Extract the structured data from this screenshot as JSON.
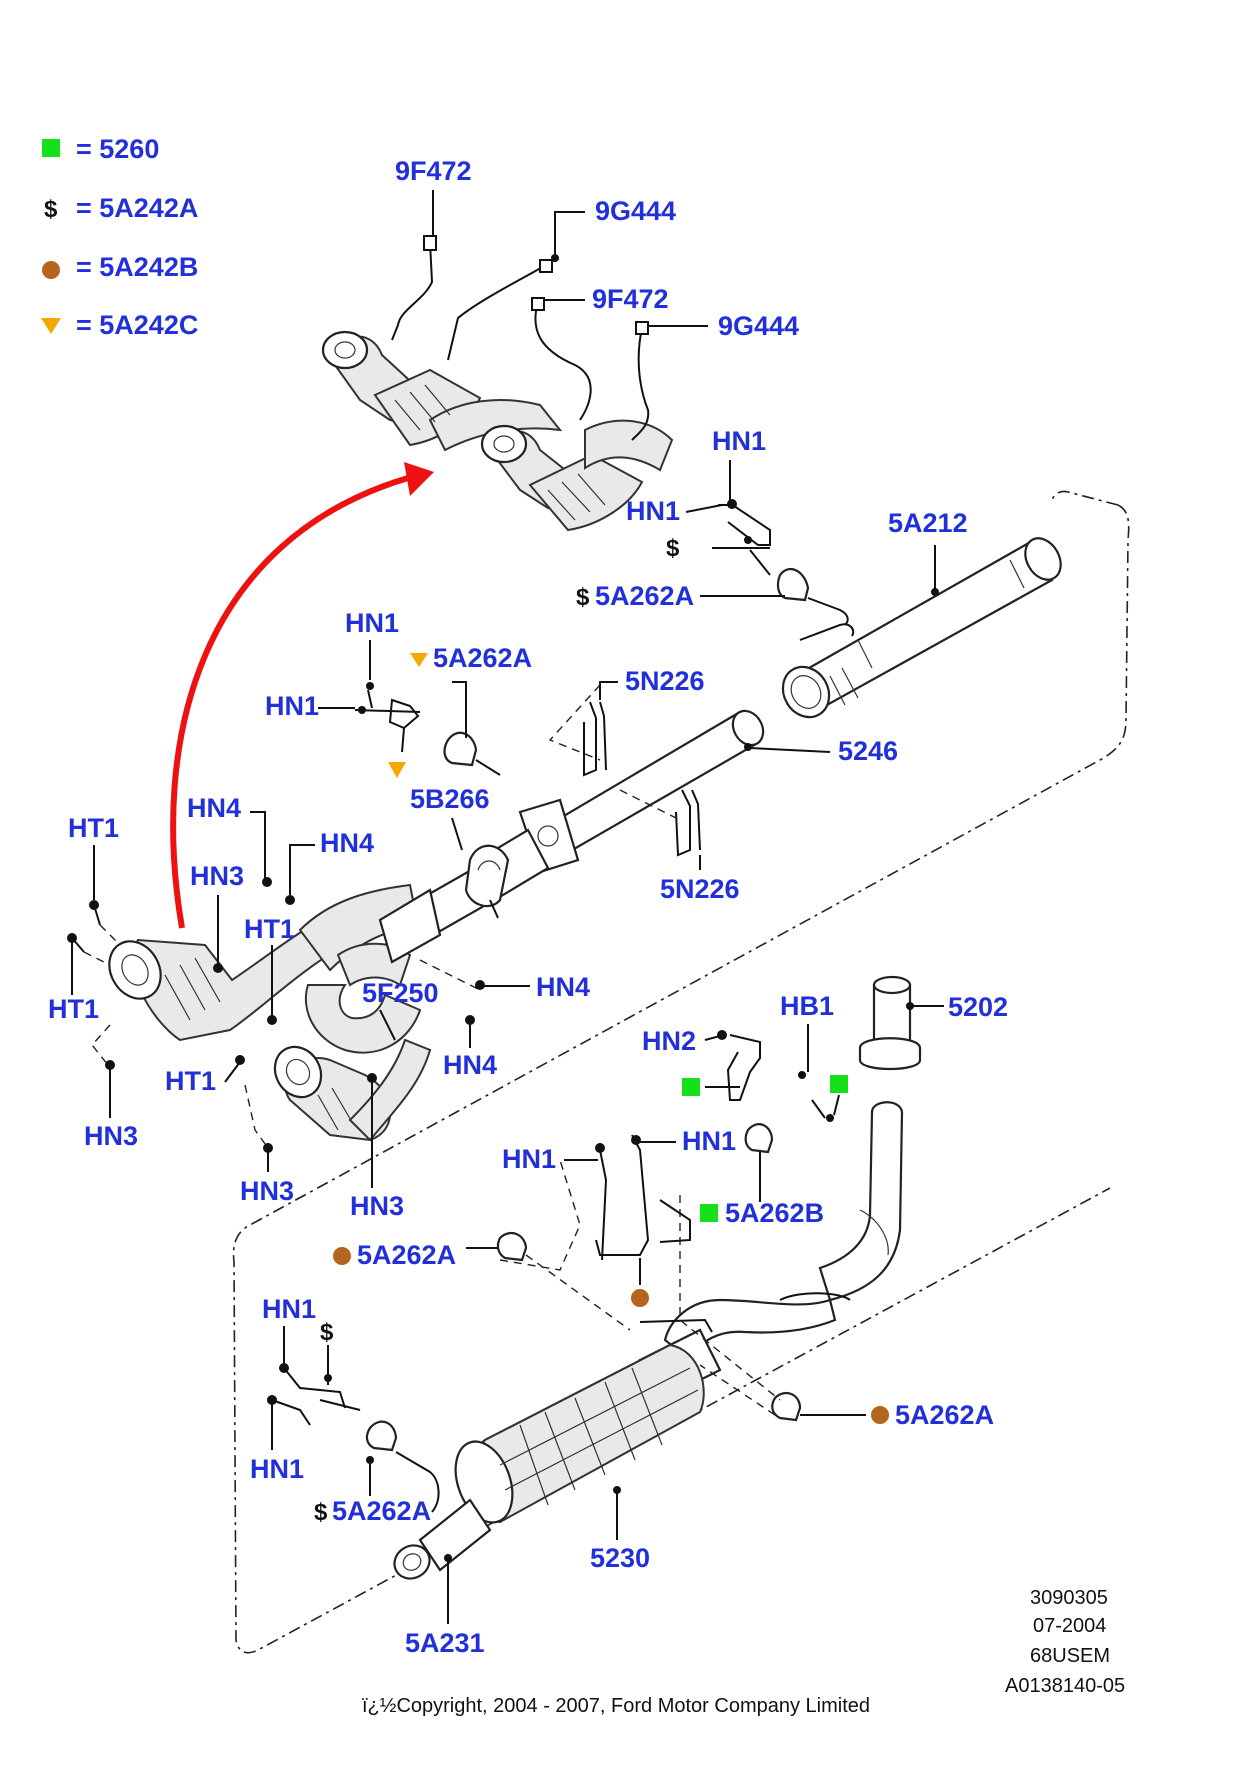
{
  "legend": [
    {
      "symbol": "green-square",
      "text": "= 5260",
      "color": "#16e01a"
    },
    {
      "symbol": "$",
      "text": "= 5A242A",
      "color": "#111111"
    },
    {
      "symbol": "brown-dot",
      "text": "= 5A242B",
      "color": "#b5651d"
    },
    {
      "symbol": "orange-triangle",
      "text": "= 5A242C",
      "color": "#f5a800"
    }
  ],
  "labels": {
    "sensor_upper_left": "9F472",
    "sensor_upper_right": "9G444",
    "sensor_lower_left": "9F472",
    "sensor_lower_right": "9G444",
    "hn1_top_a": "HN1",
    "hn1_top_b": "HN1",
    "dollar_top": "$",
    "hanger_top_prefix": "$",
    "hanger_top": "5A262A",
    "pipe_5a212": "5A212",
    "hn1_mid_a": "HN1",
    "hn1_mid_b": "HN1",
    "hanger_mid": "5A262A",
    "bracket_upper": "5N226",
    "pipe_5246": "5246",
    "clamp_5b266": "5B266",
    "bracket_lower": "5N226",
    "hn4_a": "HN4",
    "hn4_b": "HN4",
    "hn4_c": "HN4",
    "hn4_d": "HN4",
    "hn3_a": "HN3",
    "ht1_a": "HT1",
    "ht1_b": "HT1",
    "ht1_c": "HT1",
    "ht1_d": "HT1",
    "hn3_b": "HN3",
    "hn3_c": "HN3",
    "hn3_d": "HN3",
    "pipe_5f250": "5F250",
    "tailpipe_5202": "5202",
    "hb1": "HB1",
    "hn2": "HN2",
    "hn1_low_a": "HN1",
    "hn1_low_b": "HN1",
    "hanger_5a262b": "5A262B",
    "hanger_low_left": "5A262A",
    "hanger_low_right": "5A262A",
    "hn1_bottom_a": "HN1",
    "hn1_bottom_b": "HN1",
    "dollar_bottom": "$",
    "hanger_bottom_prefix": "$",
    "hanger_bottom": "5A262A",
    "muffler_5230": "5230",
    "clamp_5a231": "5A231"
  },
  "footer": {
    "ref_number": "3090305",
    "date": "07-2004",
    "market": "68USEM",
    "drawing_id": "A0138140-05",
    "copyright": "ï¿½Copyright, 2004 - 2007, Ford Motor Company Limited"
  },
  "colors": {
    "label_blue": "#2130d8",
    "arrow_red": "#ee1111",
    "green": "#16e01a",
    "brown": "#b5651d",
    "orange": "#f5a800"
  }
}
